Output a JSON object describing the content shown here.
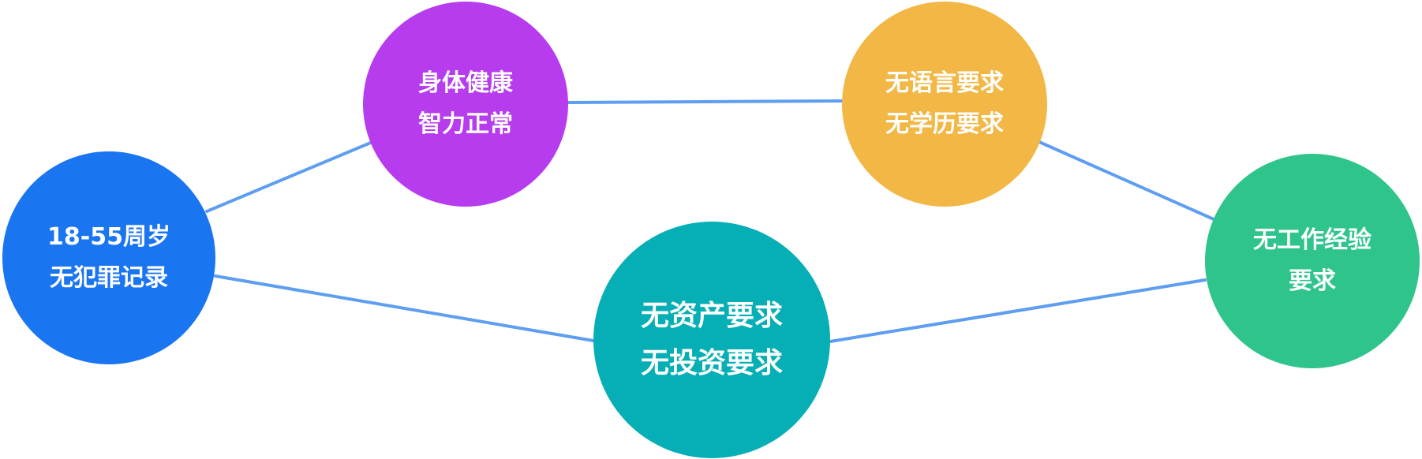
{
  "nodes": {
    "age": {
      "line1": "18-55周岁",
      "line2": "无犯罪记录",
      "color": "#1a75f0"
    },
    "health": {
      "line1": "身体健康",
      "line2": "智力正常",
      "color": "#b73cee"
    },
    "language": {
      "line1": "无语言要求",
      "line2": "无学历要求",
      "color": "#f2b745"
    },
    "experience": {
      "line1": "无工作经验",
      "line2": "要求",
      "color": "#2ec48c"
    },
    "asset": {
      "line1": "无资产要求",
      "line2": "无投资要求",
      "color": "#05afb5"
    }
  },
  "connector_color": "#5e9ef0",
  "edges": [
    {
      "from": "age",
      "to": "health"
    },
    {
      "from": "health",
      "to": "language"
    },
    {
      "from": "language",
      "to": "experience"
    },
    {
      "from": "age",
      "to": "asset"
    },
    {
      "from": "asset",
      "to": "experience"
    }
  ]
}
